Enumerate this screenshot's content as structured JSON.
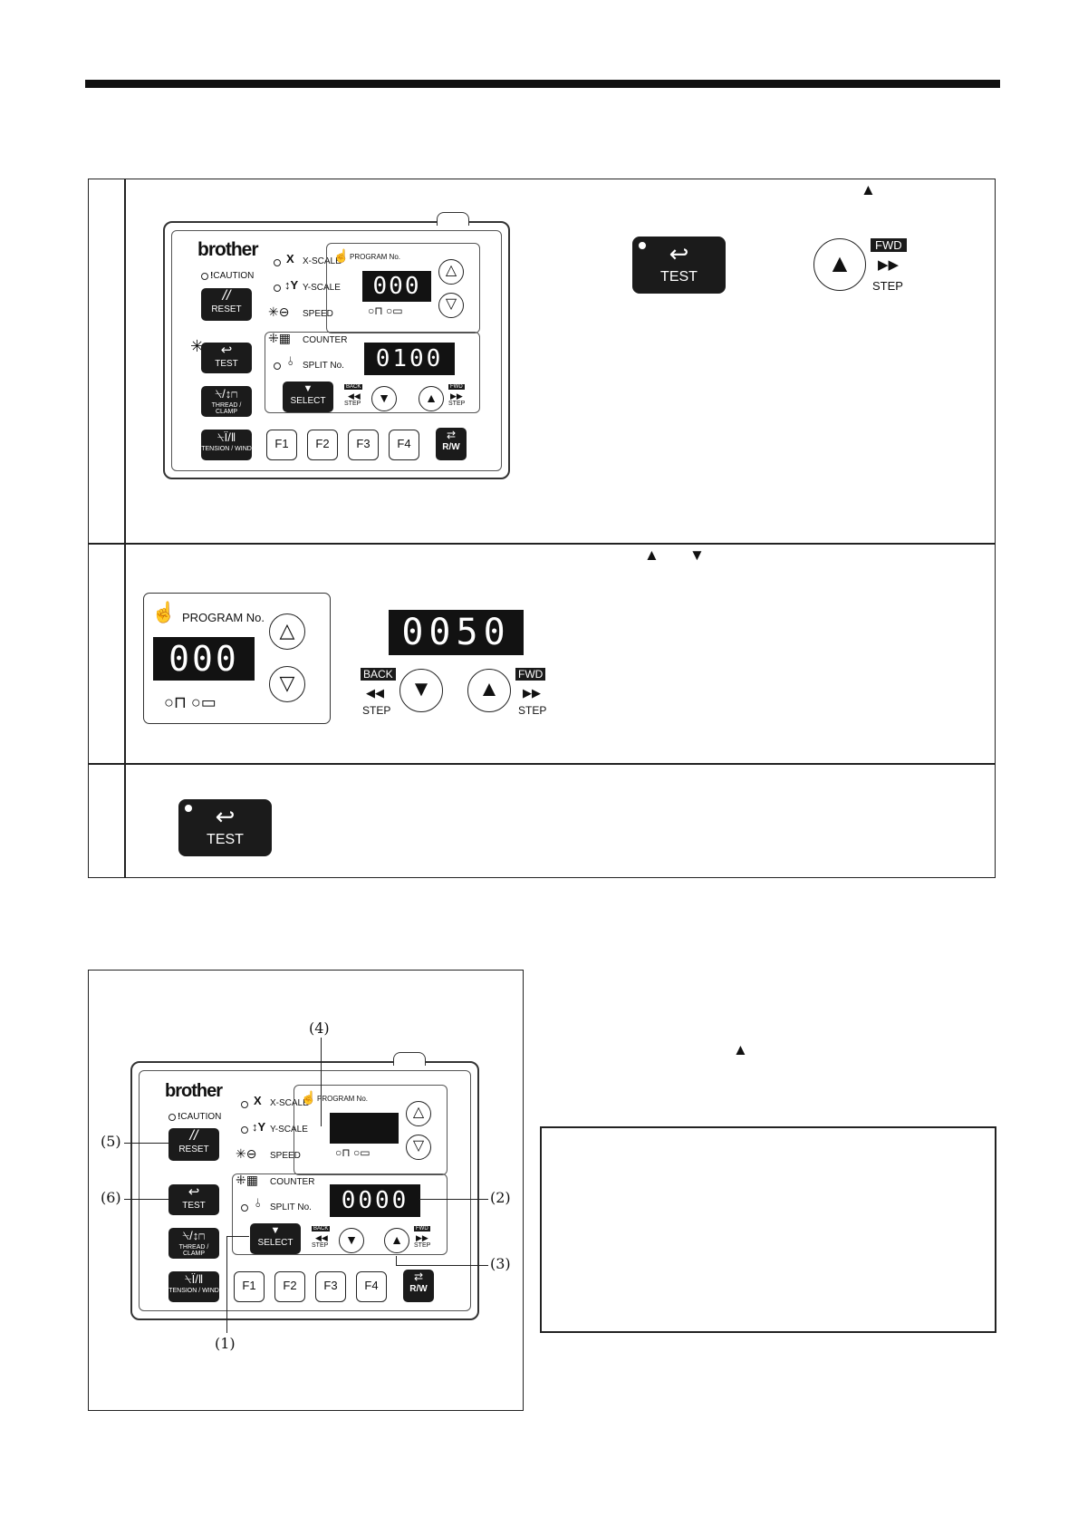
{
  "panel": {
    "brand": "brother",
    "caution": "CAUTION",
    "reset": "RESET",
    "test": "TEST",
    "thread_clamp": "THREAD / CLAMP",
    "tension_wind": "TENSION / WIND",
    "x_scale": "X-SCALE",
    "y_scale": "Y-SCALE",
    "speed": "SPEED",
    "counter": "COUNTER",
    "split": "SPLIT No.",
    "program_no": "PROGRAM No.",
    "select": "SELECT",
    "back": "BACK",
    "fwd": "FWD",
    "step": "STEP",
    "f1": "F1",
    "f2": "F2",
    "f3": "F3",
    "f4": "F4",
    "rw": "R/W",
    "x_letter": "X",
    "y_letter": "Y"
  },
  "row1": {
    "program_display": "000",
    "counter_display": "0100",
    "test_label": "TEST",
    "fwd_label": "FWD",
    "step_label": "STEP"
  },
  "row2": {
    "program_label": "PROGRAM No.",
    "program_display": "000",
    "counter_display": "0050",
    "back_label": "BACK",
    "fwd_label": "FWD",
    "step_label": "STEP"
  },
  "row3": {
    "test_label": "TEST"
  },
  "figure2": {
    "counter_display": "0000",
    "callouts": [
      "(1)",
      "(2)",
      "(3)",
      "(4)",
      "(5)",
      "(6)"
    ]
  }
}
